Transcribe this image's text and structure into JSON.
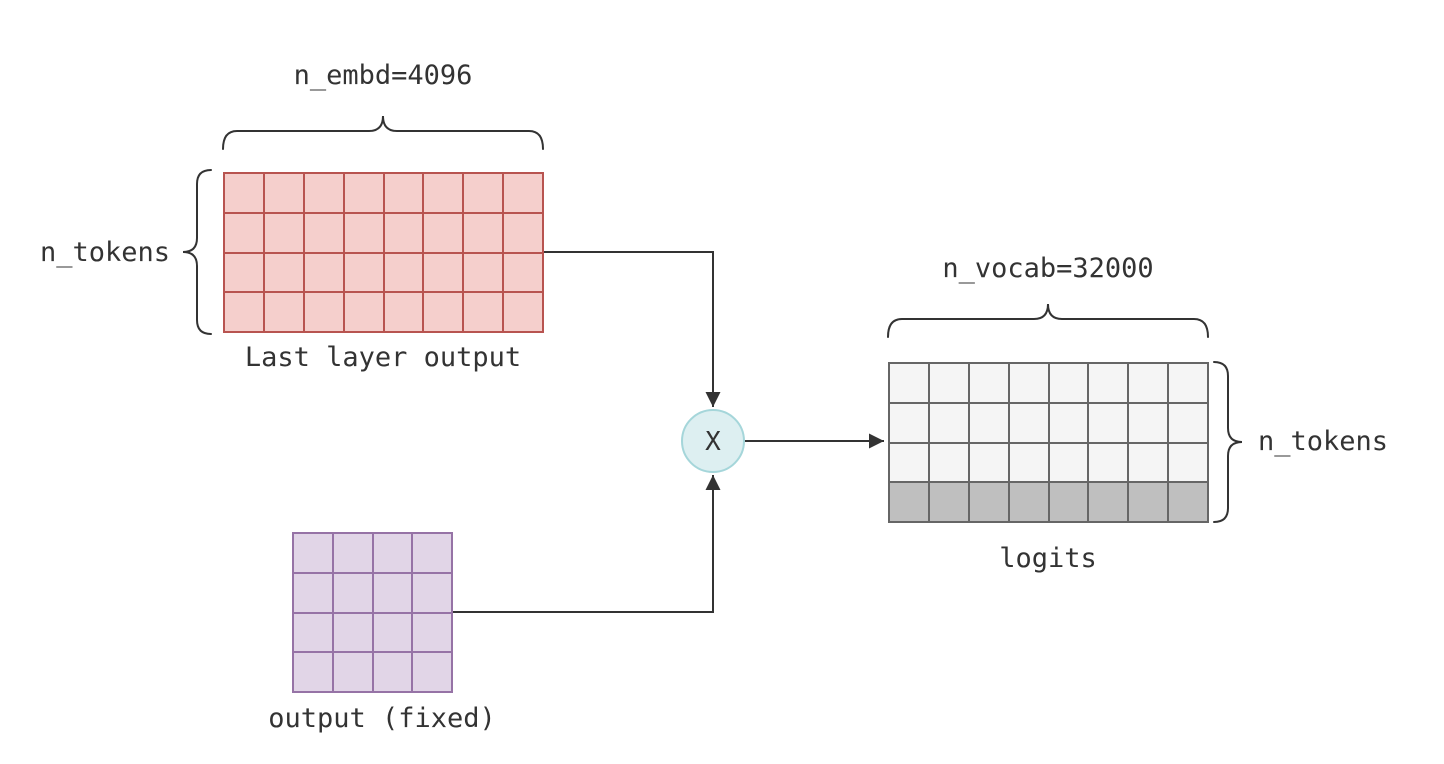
{
  "diagram": {
    "line_color": "#333333",
    "text_color": "#333333",
    "last_layer_output": {
      "name_label": "Last layer output",
      "width_brace_label": "n_embd=4096",
      "height_brace_label": "n_tokens",
      "cols": 8,
      "rows": 4,
      "fill": "#f5cfcc",
      "stroke": "#b85450"
    },
    "output_fixed": {
      "name_label": "output (fixed)",
      "cols": 4,
      "rows": 4,
      "fill": "#e1d5e7",
      "stroke": "#9673a6"
    },
    "logits": {
      "name_label": "logits",
      "width_brace_label": "n_vocab=32000",
      "height_brace_label": "n_tokens",
      "cols": 8,
      "rows": 4,
      "fill": "#f5f5f5",
      "stroke": "#666666",
      "highlight_row": "last",
      "highlight_row_fill": "#bfbfbf"
    },
    "operator": {
      "label": "X",
      "fill": "#ddeff1",
      "stroke": "#a5d6da"
    }
  }
}
